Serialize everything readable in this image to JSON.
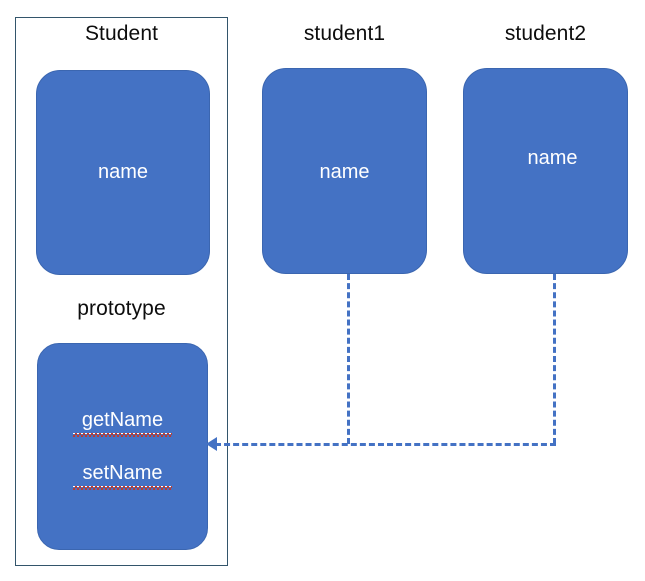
{
  "diagram": {
    "title_group": {
      "student_class_label": "Student",
      "prototype_label": "prototype",
      "instance1_label": "student1",
      "instance2_label": "student2"
    },
    "class_box": {
      "property_label": "name"
    },
    "prototype_box": {
      "methods": [
        {
          "label": "getName"
        },
        {
          "label": "setName"
        }
      ]
    },
    "instance_boxes": [
      {
        "title": "student1",
        "property_label": "name"
      },
      {
        "title": "student2",
        "property_label": "name"
      }
    ],
    "colors": {
      "box_fill": "#4472C4",
      "box_stroke": "#3b66b0",
      "container_stroke": "#33556B",
      "connector": "#4472C4",
      "box_text": "#ffffff",
      "caption_text": "#0d0d0d",
      "spellcheck_underline": "#c0392b",
      "background": "#ffffff"
    },
    "connectors": [
      {
        "from": "student1",
        "to": "prototype",
        "style": "dashed",
        "arrow": "left"
      },
      {
        "from": "student2",
        "to": "prototype",
        "style": "dashed",
        "arrow": "left"
      }
    ]
  }
}
